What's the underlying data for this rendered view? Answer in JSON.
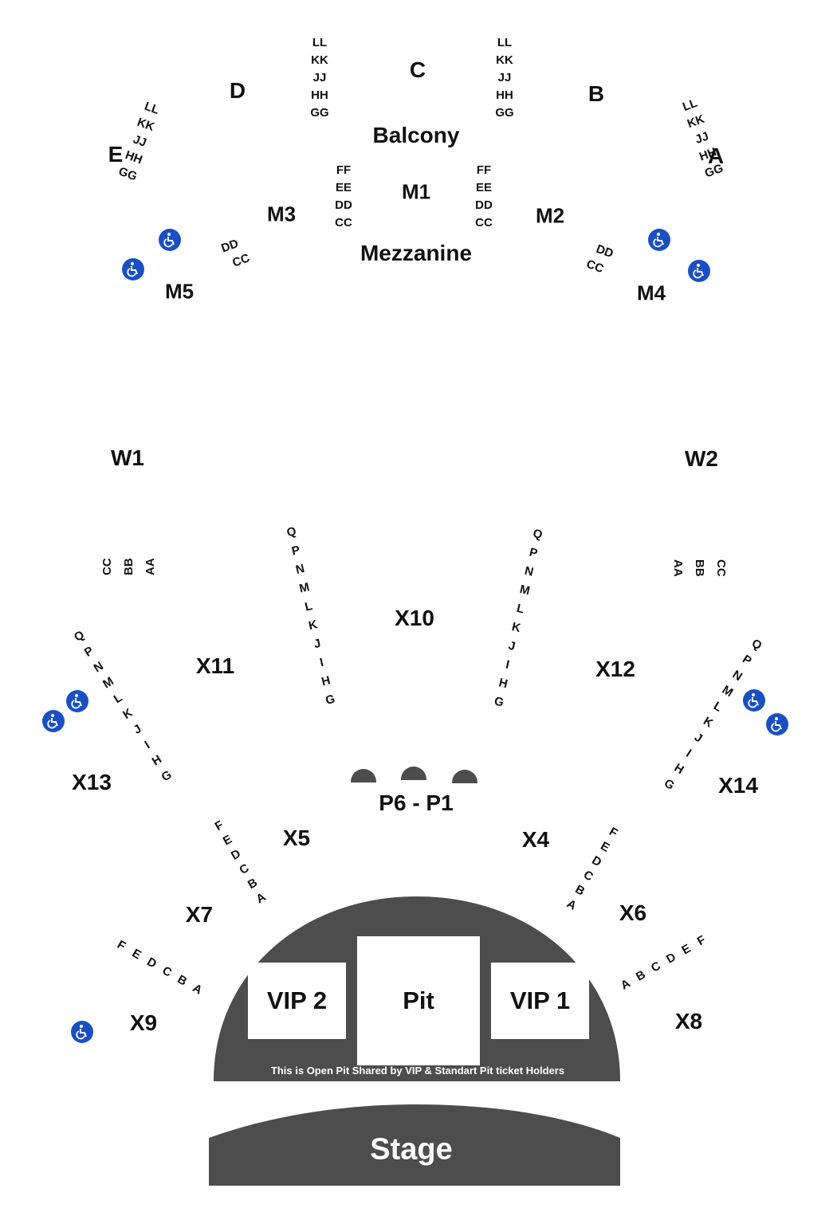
{
  "sections": {
    "balcony": "Balcony",
    "mezzanine": "Mezzanine",
    "C": "C",
    "D": "D",
    "B": "B",
    "E": "E",
    "A": "A",
    "M1": "M1",
    "M2": "M2",
    "M3": "M3",
    "M4": "M4",
    "M5": "M5",
    "W1": "W1",
    "W2": "W2",
    "X4": "X4",
    "X5": "X5",
    "X6": "X6",
    "X7": "X7",
    "X8": "X8",
    "X9": "X9",
    "X10": "X10",
    "X11": "X11",
    "X12": "X12",
    "X13": "X13",
    "X14": "X14",
    "P": "P6 - P1",
    "VIP1": "VIP 1",
    "VIP2": "VIP 2",
    "Pit": "Pit",
    "stage": "Stage",
    "pit_note": "This is Open Pit Shared by VIP & Standart Pit ticket Holders"
  },
  "rows": {
    "balcony_upper": [
      "LL",
      "KK",
      "JJ",
      "HH",
      "GG"
    ],
    "mezz_lower": [
      "FF",
      "EE",
      "DD",
      "CC"
    ],
    "side_mezz": [
      "DD",
      "CC"
    ],
    "w": [
      "CC",
      "BB",
      "AA"
    ],
    "w_right": [
      "AA",
      "BB",
      "CC"
    ],
    "floor_rear": [
      "Q",
      "P",
      "N",
      "M",
      "L",
      "K",
      "J",
      "I",
      "H",
      "G"
    ],
    "floor_front": [
      "F",
      "E",
      "D",
      "C",
      "B",
      "A"
    ]
  },
  "colors": {
    "accessible_blue": "#1a4fc4",
    "pit_dark": "#4d4d4d",
    "stage_dark": "#4d4d4d"
  },
  "icons": {
    "accessible": "wheelchair-icon"
  }
}
